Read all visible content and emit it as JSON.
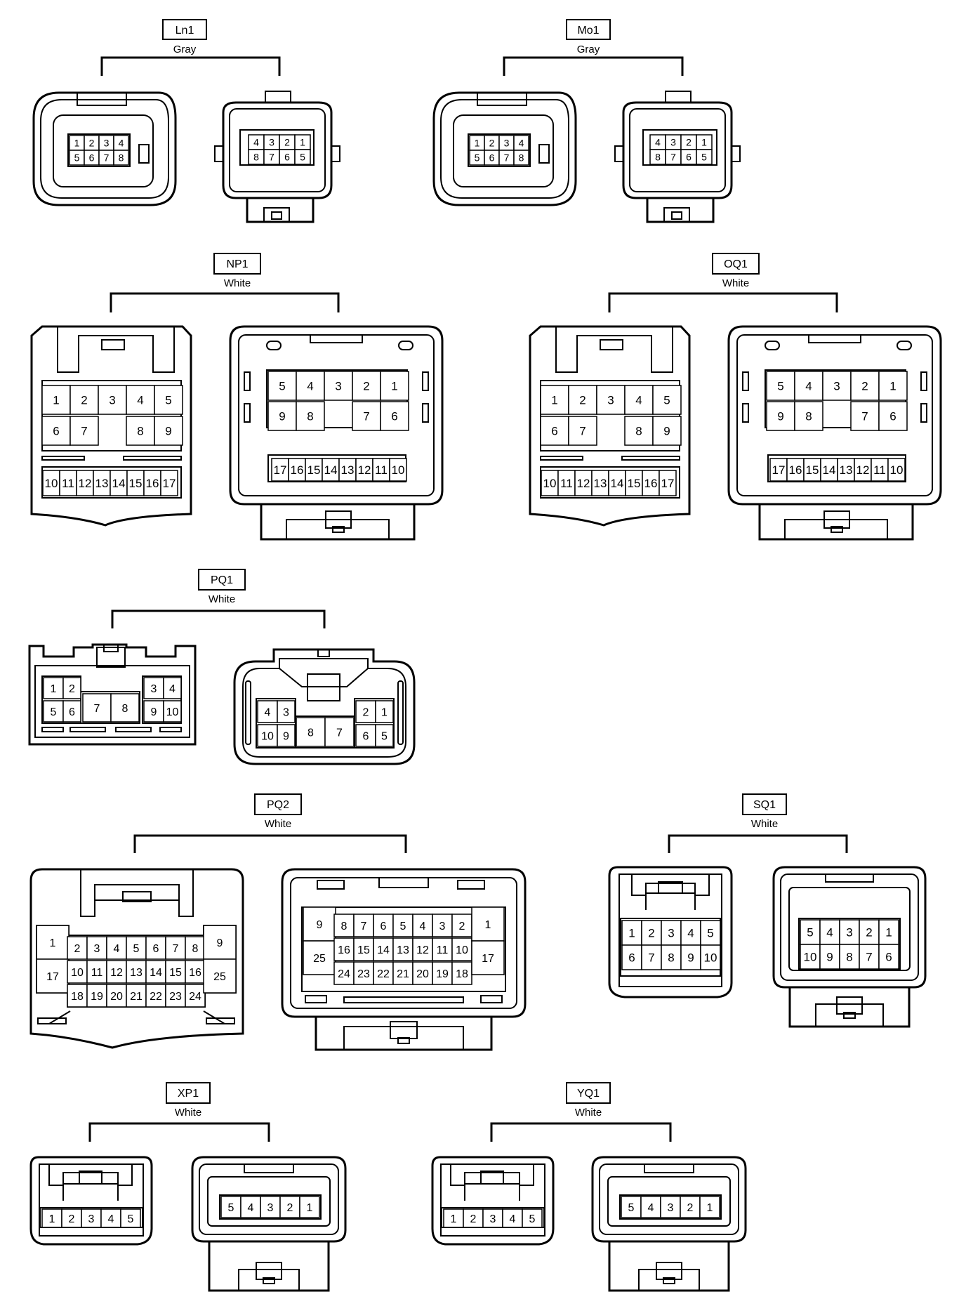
{
  "colors": {
    "line": "#000000",
    "background": "#ffffff"
  },
  "connectors": {
    "ln1": {
      "code": "Ln1",
      "color": "Gray",
      "female_pins": [
        "1",
        "2",
        "3",
        "4",
        "5",
        "6",
        "7",
        "8"
      ],
      "male_pins": [
        "4",
        "3",
        "2",
        "1",
        "8",
        "7",
        "6",
        "5"
      ]
    },
    "mo1": {
      "code": "Mo1",
      "color": "Gray",
      "female_pins": [
        "1",
        "2",
        "3",
        "4",
        "5",
        "6",
        "7",
        "8"
      ],
      "male_pins": [
        "4",
        "3",
        "2",
        "1",
        "8",
        "7",
        "6",
        "5"
      ]
    },
    "np1": {
      "code": "NP1",
      "color": "White",
      "female_pins": [
        "1",
        "2",
        "3",
        "4",
        "5",
        "6",
        "7",
        "8",
        "9",
        "10",
        "11",
        "12",
        "13",
        "14",
        "15",
        "16",
        "17"
      ],
      "male_pins": [
        "5",
        "4",
        "3",
        "2",
        "1",
        "9",
        "8",
        "7",
        "6",
        "17",
        "16",
        "15",
        "14",
        "13",
        "12",
        "11",
        "10"
      ]
    },
    "oq1": {
      "code": "OQ1",
      "color": "White",
      "female_pins": [
        "1",
        "2",
        "3",
        "4",
        "5",
        "6",
        "7",
        "8",
        "9",
        "10",
        "11",
        "12",
        "13",
        "14",
        "15",
        "16",
        "17"
      ],
      "male_pins": [
        "5",
        "4",
        "3",
        "2",
        "1",
        "9",
        "8",
        "7",
        "6",
        "17",
        "16",
        "15",
        "14",
        "13",
        "12",
        "11",
        "10"
      ]
    },
    "pq1": {
      "code": "PQ1",
      "color": "White",
      "female_pins": [
        "1",
        "2",
        "5",
        "6",
        "7",
        "8",
        "3",
        "4",
        "9",
        "10"
      ],
      "male_pins": [
        "4",
        "3",
        "10",
        "9",
        "8",
        "7",
        "2",
        "1",
        "6",
        "5"
      ]
    },
    "pq2": {
      "code": "PQ2",
      "color": "White",
      "female_pins": [
        "1",
        "17",
        "2",
        "3",
        "4",
        "5",
        "6",
        "7",
        "8",
        "10",
        "11",
        "12",
        "13",
        "14",
        "15",
        "16",
        "18",
        "19",
        "20",
        "21",
        "22",
        "23",
        "24",
        "9",
        "25"
      ],
      "male_pins": [
        "9",
        "25",
        "8",
        "7",
        "6",
        "5",
        "4",
        "3",
        "2",
        "16",
        "15",
        "14",
        "13",
        "12",
        "11",
        "10",
        "24",
        "23",
        "22",
        "21",
        "20",
        "19",
        "18",
        "1",
        "17"
      ]
    },
    "sq1": {
      "code": "SQ1",
      "color": "White",
      "female_pins": [
        "1",
        "2",
        "3",
        "4",
        "5",
        "6",
        "7",
        "8",
        "9",
        "10"
      ],
      "male_pins": [
        "5",
        "4",
        "3",
        "2",
        "1",
        "10",
        "9",
        "8",
        "7",
        "6"
      ]
    },
    "xp1": {
      "code": "XP1",
      "color": "White",
      "female_pins": [
        "1",
        "2",
        "3",
        "4",
        "5"
      ],
      "male_pins": [
        "5",
        "4",
        "3",
        "2",
        "1"
      ]
    },
    "yq1": {
      "code": "YQ1",
      "color": "White",
      "female_pins": [
        "1",
        "2",
        "3",
        "4",
        "5"
      ],
      "male_pins": [
        "5",
        "4",
        "3",
        "2",
        "1"
      ]
    }
  }
}
